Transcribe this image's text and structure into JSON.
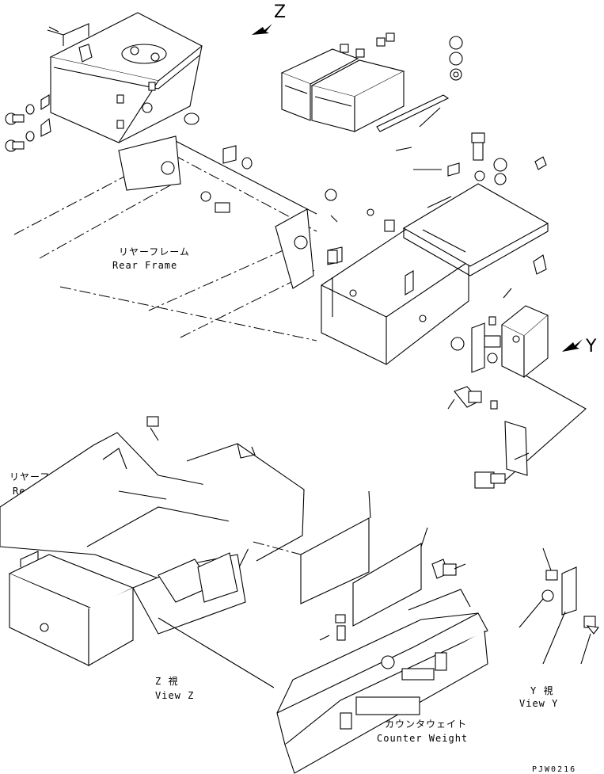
{
  "labels": {
    "view_z_marker": "Z",
    "view_y_marker": "Y",
    "rear_frame_top_jp": "リヤーフレーム",
    "rear_frame_top_en": "Rear Frame",
    "rear_frame_bottom_jp": "リヤーフレーム",
    "rear_frame_bottom_en": "Rear Frame",
    "view_z_jp": "Z 視",
    "view_z_en": "View Z",
    "view_y_jp": "Y 視",
    "view_y_en": "View Y",
    "counterweight_jp": "カウンタウェイト",
    "counterweight_en": "Counter Weight",
    "drawing_code": "PJW0216"
  }
}
